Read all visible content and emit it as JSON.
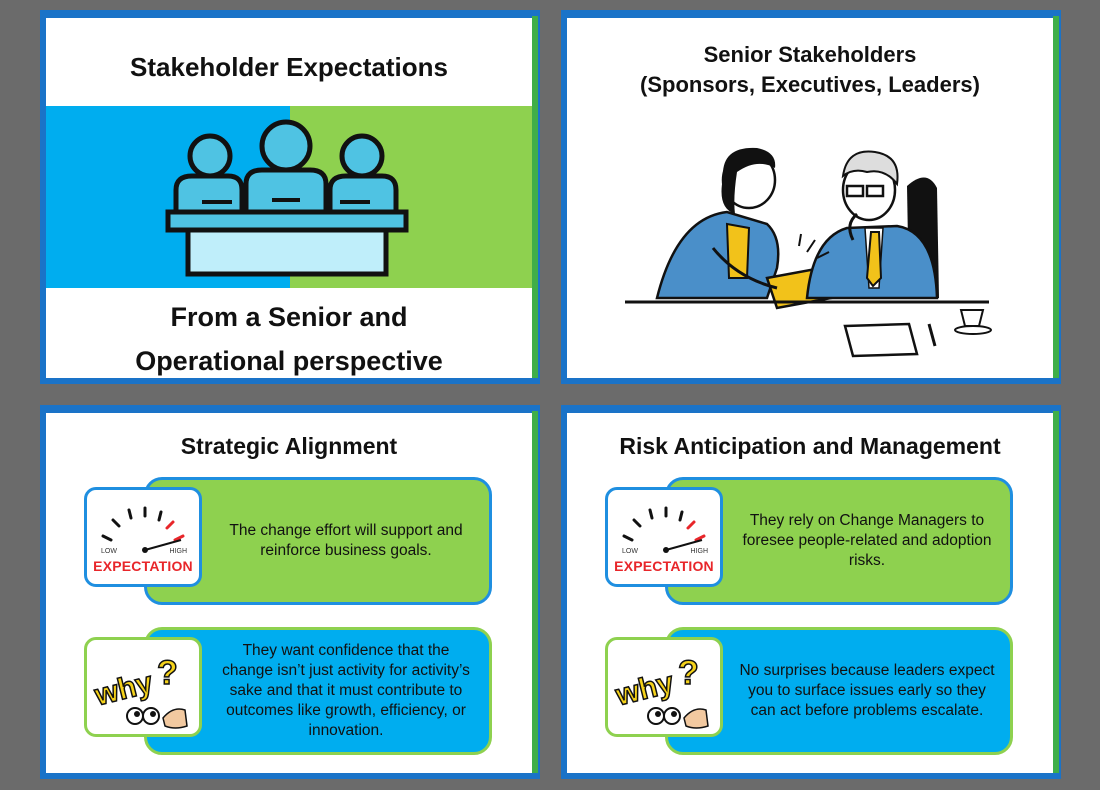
{
  "slide1": {
    "title": "Stakeholder Expectations",
    "subtitle_line1": "From a Senior and",
    "subtitle_line2": "Operational perspective",
    "image_icon": "meeting-people-icon",
    "colors": {
      "blue": "#00adef",
      "green": "#8ed14f"
    }
  },
  "slide2": {
    "title_line1": "Senior Stakeholders",
    "title_line2": "(Sponsors, Executives, Leaders)",
    "image_icon": "executives-reviewing-tablet-illustration"
  },
  "slide3": {
    "title": "Strategic Alignment",
    "card1": {
      "badge_label": "EXPECTATION",
      "low": "LOW",
      "high": "HIGH",
      "text": "The change effort will support and reinforce business goals."
    },
    "card2": {
      "badge_word": "why",
      "text": "They want confidence that the change isn’t just activity for activity’s sake and that it must contribute to outcomes like growth, efficiency, or innovation."
    }
  },
  "slide4": {
    "title": "Risk Anticipation and Management",
    "card1": {
      "badge_label": "EXPECTATION",
      "low": "LOW",
      "high": "HIGH",
      "text": "They rely on Change Managers to foresee people-related and adoption risks."
    },
    "card2": {
      "badge_word": "why",
      "text": "No surprises because leaders expect you to surface issues early so they can act before problems escalate."
    }
  },
  "colors": {
    "frame_blue": "#1a73c8",
    "frame_green": "#3fae49",
    "card_green": "#8ed14f",
    "card_blue": "#00adef",
    "background": "#6b6b6b"
  }
}
